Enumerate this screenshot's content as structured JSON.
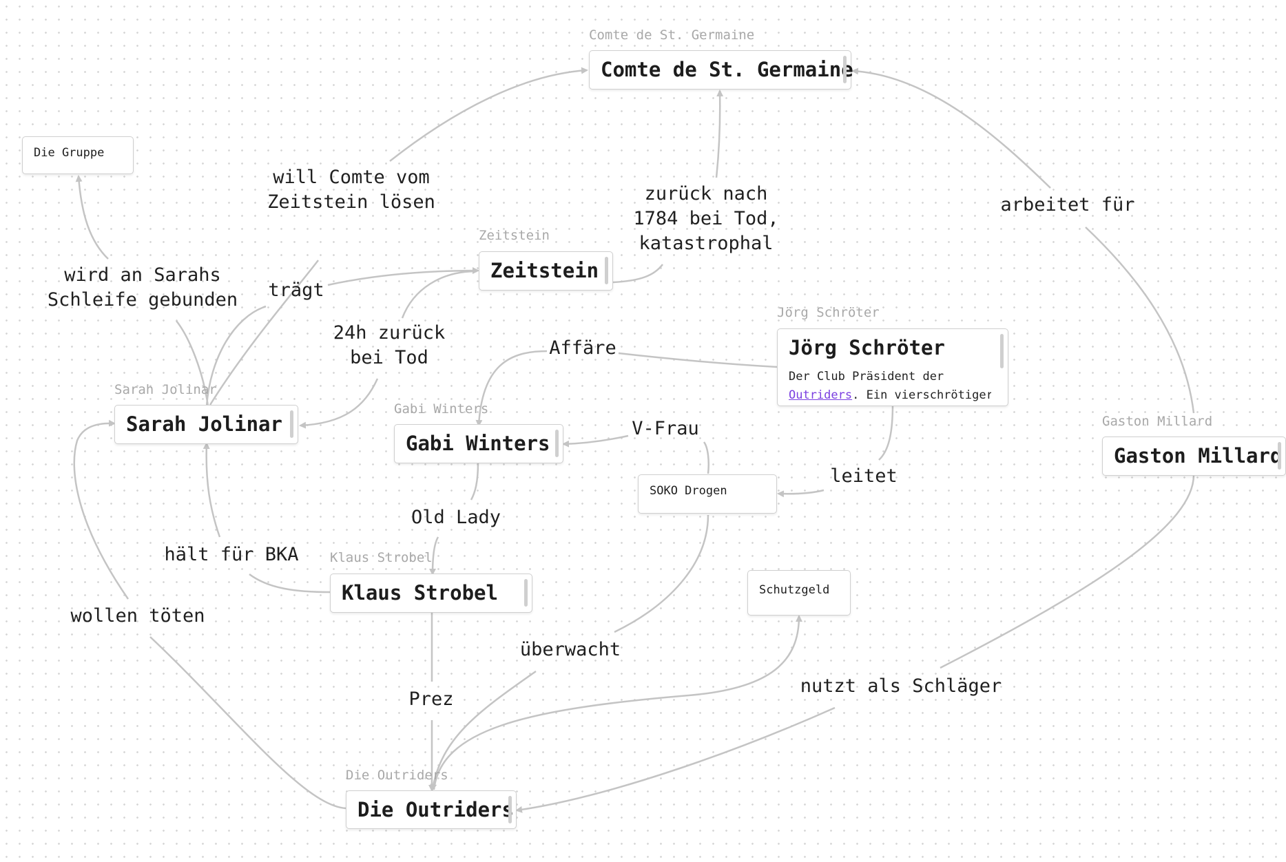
{
  "nodes": {
    "comte": {
      "tag": "Comte de St. Germaine",
      "title": "Comte de St. Germaine"
    },
    "gruppe": {
      "title": "Die Gruppe"
    },
    "zeitstein": {
      "tag": "Zeitstein",
      "title": "Zeitstein"
    },
    "joerg": {
      "tag": "Jörg Schröter",
      "title": "Jörg Schröter",
      "desc_pre": "Der Club Präsident der",
      "desc_link": "Outriders",
      "desc_post": ". Ein vierschrötiger"
    },
    "sarah": {
      "tag": "Sarah Jolinar",
      "title": "Sarah Jolinar"
    },
    "gabi": {
      "tag": "Gabi Winters",
      "title": "Gabi Winters"
    },
    "soko": {
      "title": "SOKO Drogen"
    },
    "gaston": {
      "tag": "Gaston Millard",
      "title": "Gaston Millard"
    },
    "klaus": {
      "tag": "Klaus Strobel",
      "title": "Klaus Strobel"
    },
    "schutzgeld": {
      "title": "Schutzgeld"
    },
    "outriders": {
      "tag": "Die Outriders",
      "title": "Die Outriders"
    }
  },
  "edges": {
    "will_comte": [
      "will Comte vom",
      "Zeitstein lösen"
    ],
    "zurueck_nach": [
      "zurück nach",
      "1784 bei Tod,",
      "katastrophal"
    ],
    "arbeitet": [
      "arbeitet für"
    ],
    "gebunden": [
      "wird an Sarahs",
      "Schleife gebunden"
    ],
    "traegt": [
      "trägt"
    ],
    "h24": [
      "24h zurück",
      "bei Tod"
    ],
    "affaere": [
      "Affäre"
    ],
    "vfrau": [
      "V-Frau"
    ],
    "leitet": [
      "leitet"
    ],
    "oldlady": [
      "Old Lady"
    ],
    "haelt": [
      "hält für BKA"
    ],
    "wollen": [
      "wollen töten"
    ],
    "ueberwacht": [
      "überwacht"
    ],
    "prez": [
      "Prez"
    ],
    "nutzt": [
      "nutzt als Schläger"
    ]
  },
  "colors": {
    "edge": "#c4c4c4",
    "link": "#7a3ee0",
    "tag": "#a8a8a8"
  }
}
